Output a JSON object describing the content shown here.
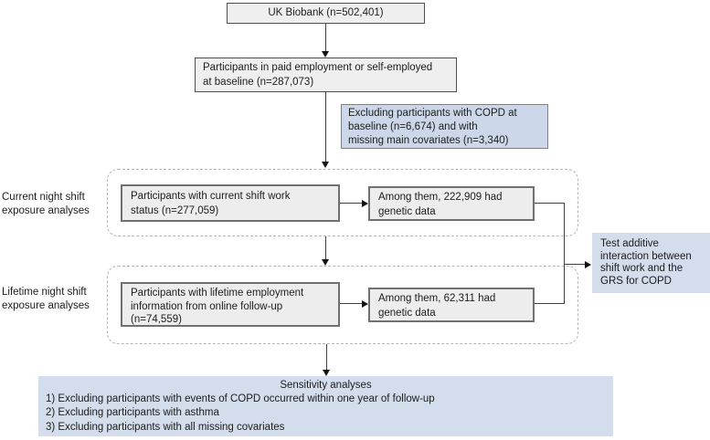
{
  "flow": {
    "top_box": {
      "text": "UK Biobank (n=502,401)"
    },
    "employment_box": {
      "lines": [
        "Participants in paid employment or self-employed",
        "at baseline (n=287,073)"
      ]
    },
    "exclusion_box": {
      "lines": [
        "Excluding participants with COPD at",
        "baseline (n=6,674) and with",
        "missing main covariates (n=3,340)"
      ]
    },
    "current_section": {
      "label_lines": [
        "Current night shift",
        "exposure analyses"
      ],
      "main_box_lines": [
        "Participants with current shift work",
        "status (n=277,059)"
      ],
      "genetic_box_lines": [
        "Among them, 222,909 had",
        "genetic data"
      ]
    },
    "lifetime_section": {
      "label_lines": [
        "Lifetime night shift",
        "exposure analyses"
      ],
      "main_box_lines": [
        "Participants with lifetime employment",
        "information from online follow-up",
        "(n=74,559)"
      ],
      "genetic_box_lines": [
        "Among them, 62,311 had",
        "genetic data"
      ]
    },
    "interaction_box": {
      "lines": [
        "Test additive",
        "interaction between",
        "shift work and the",
        "GRS for COPD"
      ]
    },
    "sensitivity_box": {
      "title": "Sensitivity analyses",
      "items": [
        "1) Excluding participants with events of COPD occurred within one year of follow-up",
        "2) Excluding participants with asthma",
        "3) Excluding participants with all missing covariates"
      ]
    },
    "colors": {
      "gray_box_fill": "#efefef",
      "gray_box_border": "#4d4d4d",
      "inner_box_border": "#707070",
      "blue_note_fill": "#ccd8e9",
      "blue_soft_fill": "#d3ddec",
      "dashed_border": "#b5b5b5",
      "line_color": "#3f3f3f"
    }
  }
}
